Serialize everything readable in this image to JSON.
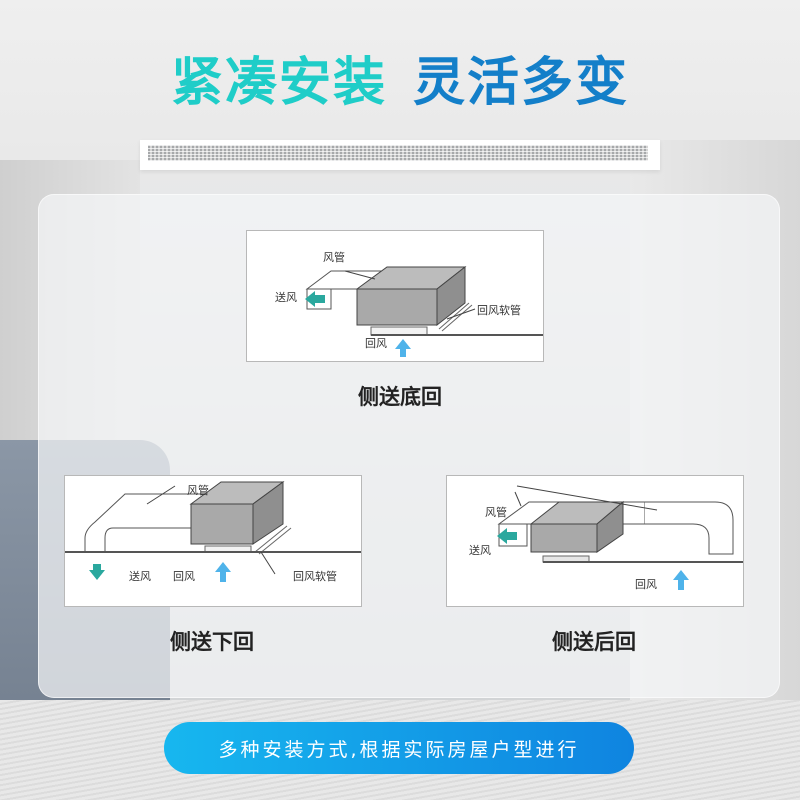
{
  "header": {
    "title_part1": "紧凑安装",
    "title_part2": "灵活多变",
    "title_part1_color": "#1fcdc8",
    "title_part2_color": "#137fc9"
  },
  "diagrams": [
    {
      "id": "side-supply-bottom-return",
      "caption": "侧送底回",
      "labels": {
        "duct": "风管",
        "supply": "送风",
        "return_hose": "回风软管",
        "return": "回风"
      }
    },
    {
      "id": "side-supply-down-return",
      "caption": "侧送下回",
      "labels": {
        "duct": "风管",
        "supply": "送风",
        "return_hose": "回风软管",
        "return": "回风"
      }
    },
    {
      "id": "side-supply-back-return",
      "caption": "侧送后回",
      "labels": {
        "duct": "风管",
        "supply": "送风",
        "return": "回风"
      }
    }
  ],
  "colors": {
    "supply_arrow": "#2aa89e",
    "return_arrow": "#4fb3ea",
    "unit_body": "#a9a9a9",
    "pill_start": "#17b7ef",
    "pill_end": "#0f84e0"
  },
  "footer": {
    "note": "多种安装方式,根据实际房屋户型进行"
  }
}
